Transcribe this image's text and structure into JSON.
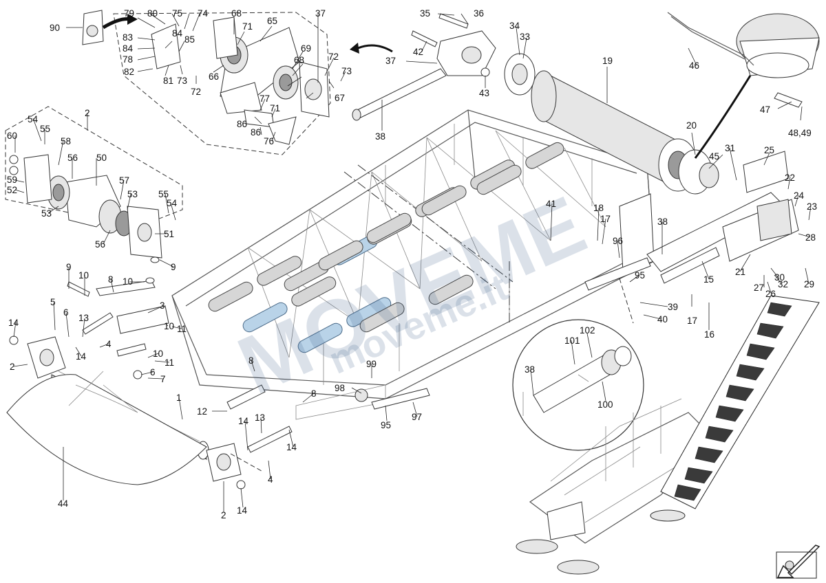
{
  "diagram": {
    "callouts": [
      {
        "id": "c90",
        "text": "90"
      },
      {
        "id": "c79",
        "text": "79"
      },
      {
        "id": "c80",
        "text": "80"
      },
      {
        "id": "c75",
        "text": "75"
      },
      {
        "id": "c74",
        "text": "74"
      },
      {
        "id": "c68a",
        "text": "68"
      },
      {
        "id": "c37a",
        "text": "37"
      },
      {
        "id": "c83",
        "text": "83"
      },
      {
        "id": "c84a",
        "text": "84"
      },
      {
        "id": "c84b",
        "text": "84"
      },
      {
        "id": "c85",
        "text": "85"
      },
      {
        "id": "c71a",
        "text": "71"
      },
      {
        "id": "c65",
        "text": "65"
      },
      {
        "id": "c69",
        "text": "69"
      },
      {
        "id": "c78",
        "text": "78"
      },
      {
        "id": "c66",
        "text": "66"
      },
      {
        "id": "c82",
        "text": "82"
      },
      {
        "id": "c81",
        "text": "81"
      },
      {
        "id": "c73a",
        "text": "73"
      },
      {
        "id": "c72a",
        "text": "72"
      },
      {
        "id": "c68b",
        "text": "68"
      },
      {
        "id": "c72b",
        "text": "72"
      },
      {
        "id": "c73b",
        "text": "73"
      },
      {
        "id": "c77",
        "text": "77"
      },
      {
        "id": "c71b",
        "text": "71"
      },
      {
        "id": "c67",
        "text": "67"
      },
      {
        "id": "c86a",
        "text": "86"
      },
      {
        "id": "c86b",
        "text": "86"
      },
      {
        "id": "c76",
        "text": "76"
      },
      {
        "id": "c35",
        "text": "35"
      },
      {
        "id": "c36",
        "text": "36"
      },
      {
        "id": "c34",
        "text": "34"
      },
      {
        "id": "c33",
        "text": "33"
      },
      {
        "id": "c42",
        "text": "42"
      },
      {
        "id": "c37b",
        "text": "37"
      },
      {
        "id": "c43",
        "text": "43"
      },
      {
        "id": "c38a",
        "text": "38"
      },
      {
        "id": "c19",
        "text": "19"
      },
      {
        "id": "c46",
        "text": "46"
      },
      {
        "id": "c47",
        "text": "47"
      },
      {
        "id": "c4849",
        "text": "48,49"
      },
      {
        "id": "c20",
        "text": "20"
      },
      {
        "id": "c31",
        "text": "31"
      },
      {
        "id": "c45",
        "text": "45"
      },
      {
        "id": "c25",
        "text": "25"
      },
      {
        "id": "c22",
        "text": "22"
      },
      {
        "id": "c24",
        "text": "24"
      },
      {
        "id": "c23",
        "text": "23"
      },
      {
        "id": "c2a",
        "text": "2"
      },
      {
        "id": "c54a",
        "text": "54"
      },
      {
        "id": "c55a",
        "text": "55"
      },
      {
        "id": "c60",
        "text": "60"
      },
      {
        "id": "c58",
        "text": "58"
      },
      {
        "id": "c56a",
        "text": "56"
      },
      {
        "id": "c50",
        "text": "50"
      },
      {
        "id": "c59",
        "text": "59"
      },
      {
        "id": "c52",
        "text": "52"
      },
      {
        "id": "c57",
        "text": "57"
      },
      {
        "id": "c53a",
        "text": "53"
      },
      {
        "id": "c55b",
        "text": "55"
      },
      {
        "id": "c54b",
        "text": "54"
      },
      {
        "id": "c53b",
        "text": "53"
      },
      {
        "id": "c56b",
        "text": "56"
      },
      {
        "id": "c51",
        "text": "51"
      },
      {
        "id": "c41",
        "text": "41"
      },
      {
        "id": "c18",
        "text": "18"
      },
      {
        "id": "c17a",
        "text": "17"
      },
      {
        "id": "c96",
        "text": "96"
      },
      {
        "id": "c38b",
        "text": "38"
      },
      {
        "id": "c28",
        "text": "28"
      },
      {
        "id": "c21",
        "text": "21"
      },
      {
        "id": "c15",
        "text": "15"
      },
      {
        "id": "c30",
        "text": "30"
      },
      {
        "id": "c29",
        "text": "29"
      },
      {
        "id": "c27",
        "text": "27"
      },
      {
        "id": "c32",
        "text": "32"
      },
      {
        "id": "c26",
        "text": "26"
      },
      {
        "id": "c95a",
        "text": "95"
      },
      {
        "id": "c39",
        "text": "39"
      },
      {
        "id": "c40",
        "text": "40"
      },
      {
        "id": "c17b",
        "text": "17"
      },
      {
        "id": "c16",
        "text": "16"
      },
      {
        "id": "c9a",
        "text": "9"
      },
      {
        "id": "c9b",
        "text": "9"
      },
      {
        "id": "c10a",
        "text": "10"
      },
      {
        "id": "c8a",
        "text": "8"
      },
      {
        "id": "c10b",
        "text": "10"
      },
      {
        "id": "c3",
        "text": "3"
      },
      {
        "id": "c5",
        "text": "5"
      },
      {
        "id": "c6a",
        "text": "6"
      },
      {
        "id": "c13a",
        "text": "13"
      },
      {
        "id": "c14a",
        "text": "14"
      },
      {
        "id": "c10c",
        "text": "10"
      },
      {
        "id": "c11a",
        "text": "11"
      },
      {
        "id": "c4a",
        "text": "4"
      },
      {
        "id": "c14b",
        "text": "14"
      },
      {
        "id": "c10d",
        "text": "10"
      },
      {
        "id": "c11b",
        "text": "11"
      },
      {
        "id": "c2b",
        "text": "2"
      },
      {
        "id": "c6b",
        "text": "6"
      },
      {
        "id": "c7",
        "text": "7"
      },
      {
        "id": "c8b",
        "text": "8"
      },
      {
        "id": "c99",
        "text": "99"
      },
      {
        "id": "c98",
        "text": "98"
      },
      {
        "id": "c8c",
        "text": "8"
      },
      {
        "id": "c1",
        "text": "1"
      },
      {
        "id": "c12",
        "text": "12"
      },
      {
        "id": "c14c",
        "text": "14"
      },
      {
        "id": "c13b",
        "text": "13"
      },
      {
        "id": "c14d",
        "text": "14"
      },
      {
        "id": "c95b",
        "text": "95"
      },
      {
        "id": "c97",
        "text": "97"
      },
      {
        "id": "c4b",
        "text": "4"
      },
      {
        "id": "c44",
        "text": "44"
      },
      {
        "id": "c2c",
        "text": "2"
      },
      {
        "id": "c14e",
        "text": "14"
      },
      {
        "id": "c102",
        "text": "102"
      },
      {
        "id": "c101",
        "text": "101"
      },
      {
        "id": "c38c",
        "text": "38"
      },
      {
        "id": "c100",
        "text": "100"
      }
    ]
  },
  "watermark": {
    "main": "MOVEME",
    "secondary": "moveme.it"
  },
  "colors": {
    "line": "#333333",
    "paper": "#ffffff",
    "watermark": "#3d5f8a",
    "roller_highlight": "#b9d3e8",
    "belt_chevron": "#3a3a3a"
  }
}
